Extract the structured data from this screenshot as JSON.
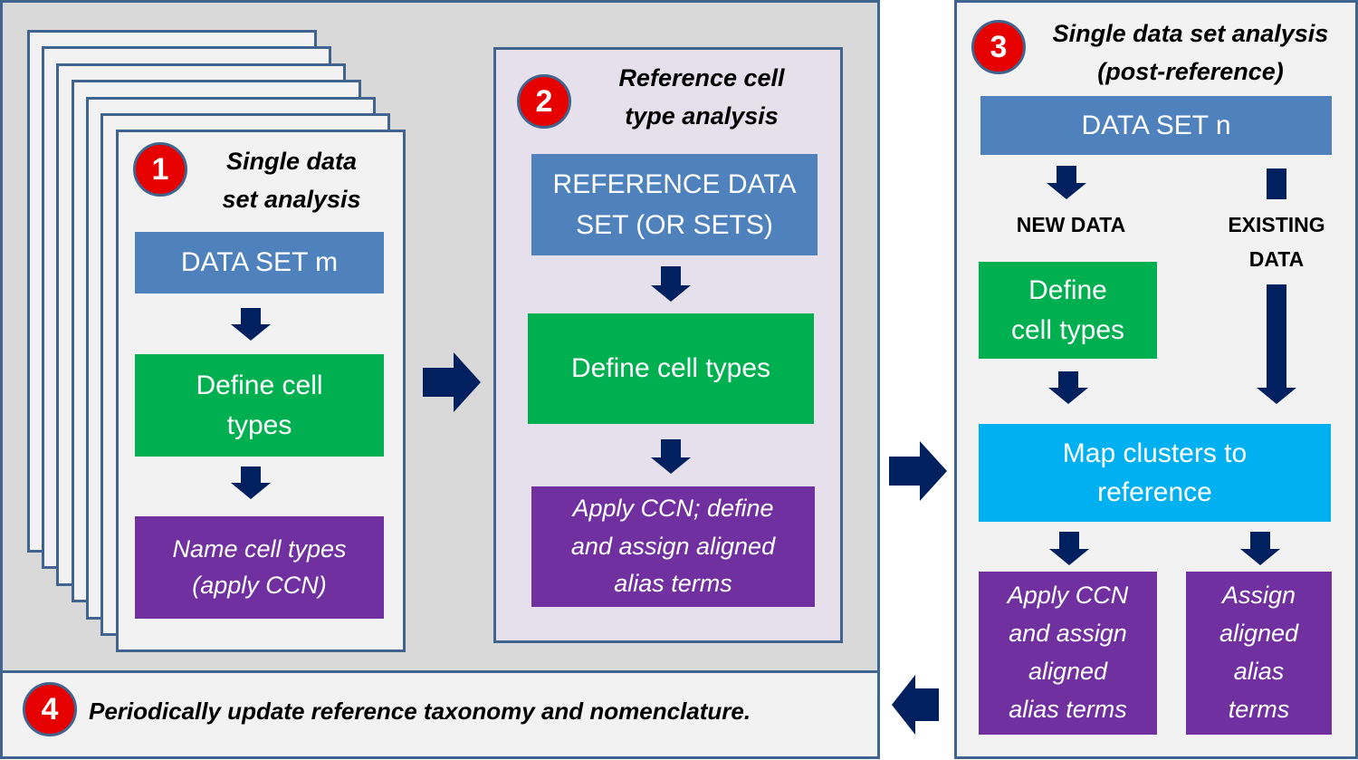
{
  "colors": {
    "border": "#41648f",
    "arrow": "#002060",
    "badge": "#e60000",
    "dataset_box": "#4f81bd",
    "define_box": "#00b050",
    "name_box": "#7030a0",
    "map_box": "#00b0f0",
    "panel1_bg": "#d9d9d9",
    "panel2_bg": "#e6e0ec",
    "panel3_bg": "#f2f2f2"
  },
  "step1": {
    "badge": "1",
    "title": "Single data\nset analysis",
    "dataset": "DATA SET m",
    "define": "Define cell\ntypes",
    "name": "Name cell types\n(apply CCN)"
  },
  "step2": {
    "badge": "2",
    "title": "Reference cell\ntype analysis",
    "dataset": "REFERENCE DATA\nSET (OR SETS)",
    "define": "Define cell types",
    "apply": "Apply CCN; define\nand assign aligned\nalias terms"
  },
  "step3": {
    "badge": "3",
    "title": "Single data set analysis\n(post-reference)",
    "dataset": "DATA SET n",
    "new_data": "NEW DATA",
    "existing_data": "EXISTING\nDATA",
    "define": "Define\ncell types",
    "map": "Map clusters to\nreference",
    "apply": "Apply CCN\nand assign\naligned\nalias terms",
    "assign": "Assign\naligned\nalias\nterms"
  },
  "step4": {
    "badge": "4",
    "text": "Periodically update reference taxonomy and nomenclature."
  }
}
